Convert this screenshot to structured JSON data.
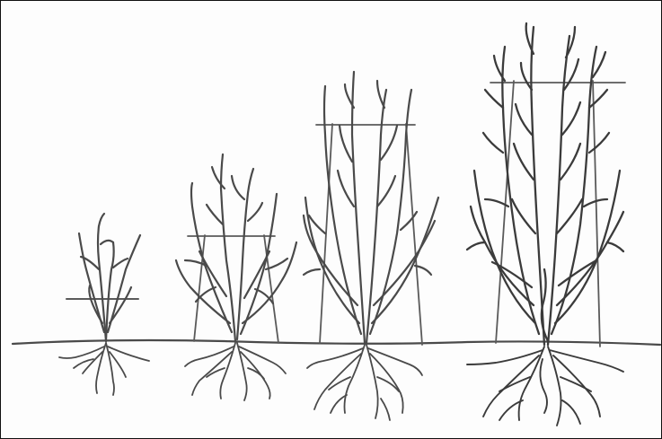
{
  "image": {
    "kind": "pencil-drawing",
    "subject": "four-plant-growth-stages",
    "colors": {
      "paper": "#fdfdfd",
      "ink": "#4a4a4a",
      "border": "#111111"
    }
  },
  "plants": [
    {
      "stage": 1
    },
    {
      "stage": 2
    },
    {
      "stage": 3
    },
    {
      "stage": 4
    }
  ]
}
